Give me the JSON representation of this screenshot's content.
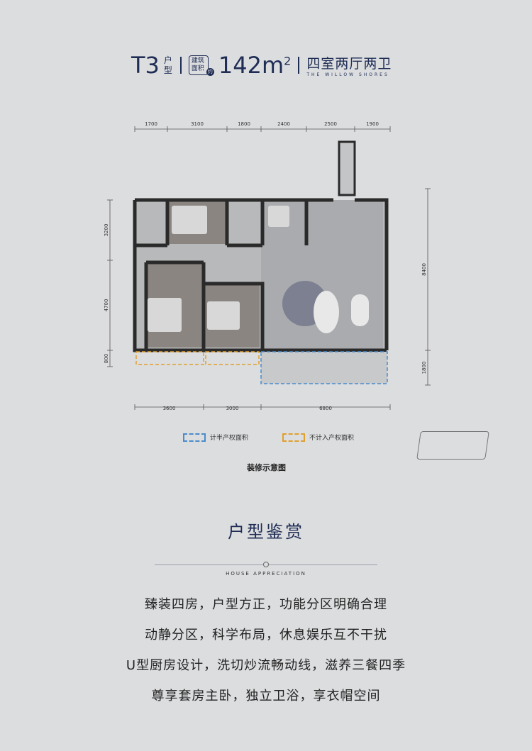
{
  "header": {
    "type": "T3",
    "type_suffix": "户型",
    "badge": "建筑面积",
    "badge_suffix": "约",
    "area": "142m",
    "area_sup": "2",
    "layout": "四室两厅两卫",
    "project_en": "THE WILLOW SHORES"
  },
  "plan": {
    "top_dims": [
      "1700",
      "3100",
      "1800",
      "2400",
      "2500",
      "1900"
    ],
    "left_dims": [
      "3200",
      "4700",
      "800"
    ],
    "right_dims": [
      "8400",
      "1800"
    ],
    "bottom_dims": [
      "3600",
      "3000",
      "6800"
    ],
    "colors": {
      "wall": "#2a2a2a",
      "floor_wood": "#8a8580",
      "floor_tile": "#b8b9bb",
      "half_area": "#4a8ccc",
      "excluded_area": "#e0a030"
    }
  },
  "legend": {
    "half_area": "计半产权面积",
    "excluded_area": "不计入产权面积"
  },
  "caption": "装修示意图",
  "section": {
    "title": "户型鉴赏",
    "subtitle": "HOUSE APPRECIATION"
  },
  "features": [
    "臻装四房，户型方正，功能分区明确合理",
    "动静分区，科学布局，休息娱乐互不干扰",
    "U型厨房设计，洗切炒流畅动线，滋养三餐四季",
    "尊享套房主卧，独立卫浴，享衣帽空间"
  ]
}
